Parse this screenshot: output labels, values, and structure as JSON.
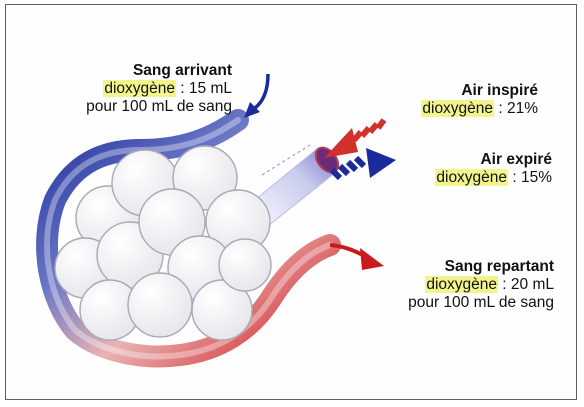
{
  "incoming": {
    "title": "Sang arrivant",
    "o2_label": "dioxygène",
    "o2_value": " : 15 mL",
    "per": "pour 100 mL de sang"
  },
  "inspired": {
    "title": "Air inspiré",
    "o2_label": "dioxygène",
    "o2_value": " : 21%"
  },
  "expired": {
    "title": "Air expiré",
    "o2_label": "dioxygène",
    "o2_value": " : 15%"
  },
  "outgoing": {
    "title": "Sang repartant",
    "o2_label": "dioxygène",
    "o2_value": " : 20 mL",
    "per": "pour 100 mL de sang"
  },
  "colors": {
    "deoxygenated": "#1f2f9e",
    "oxygenated": "#d51d1d",
    "highlight": "#f3f58c"
  }
}
